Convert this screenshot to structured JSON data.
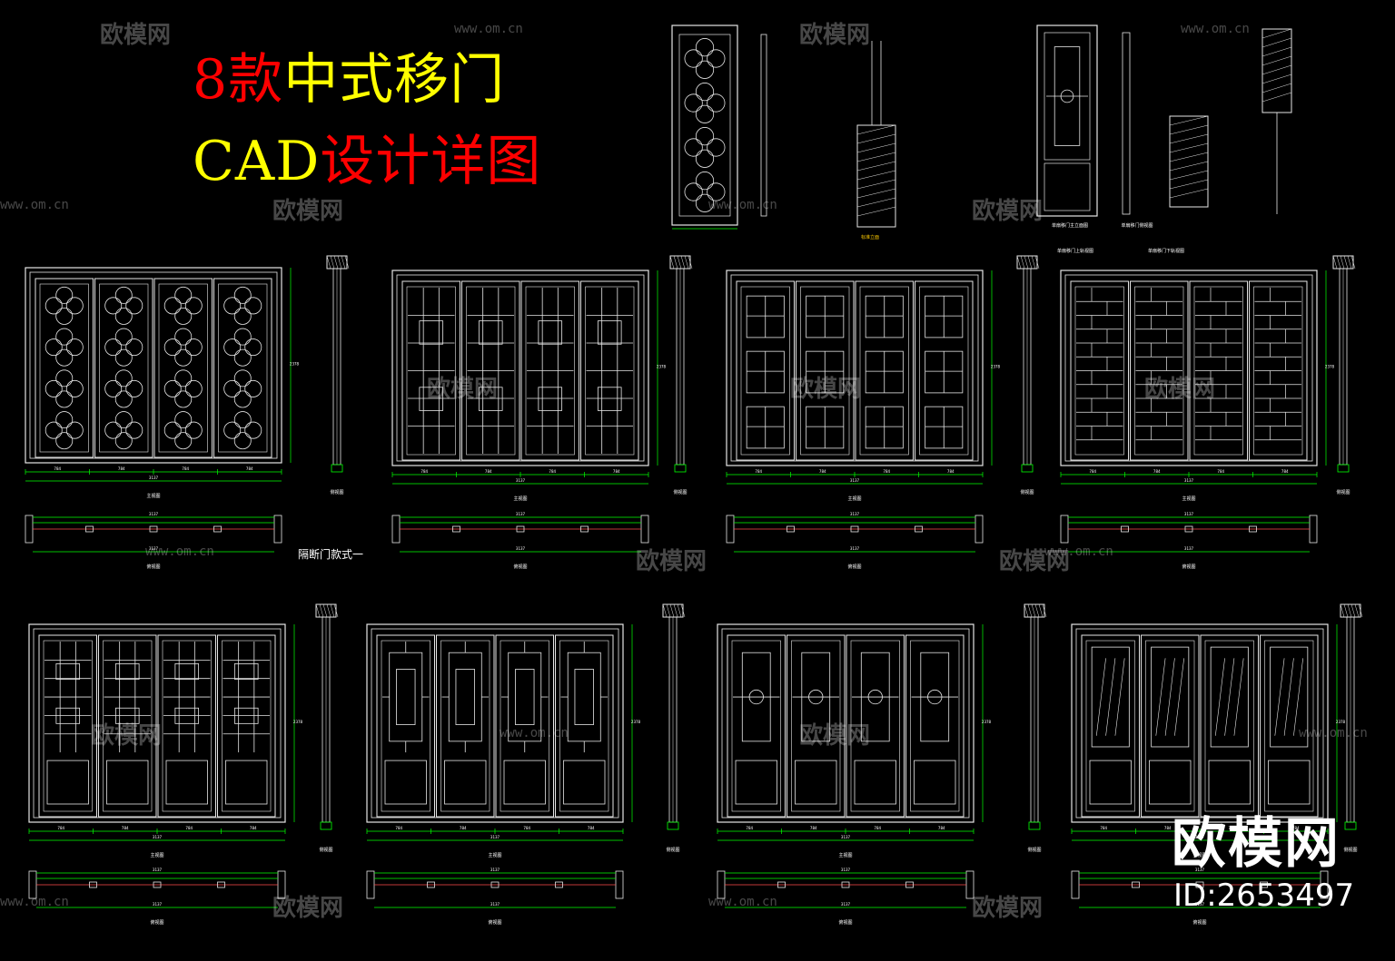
{
  "title": {
    "num": "8",
    "w1": "款",
    "w2": "中式移门",
    "cad": "CAD",
    "w3": "设计详图"
  },
  "colors": {
    "red": "#ff0000",
    "yellow": "#ffff00",
    "line": "#e6e6e6",
    "dim": "#00ff00",
    "label": "#ffffff"
  },
  "note_style": "隔断门款式一",
  "detail_captions": {
    "a": "标准立面",
    "b": "单扇移门主立面图",
    "c": "单扇移门侧视图",
    "d": "单扇移门上轨视图",
    "e": "单扇移门下轨视图"
  },
  "captions": {
    "front": "主视图",
    "side": "侧视图",
    "plan": "俯视图"
  },
  "dims": {
    "panel": "784",
    "total": "3137",
    "height": "2378"
  },
  "watermark": {
    "text": "欧模网",
    "url": "www.om.cn"
  },
  "brand": {
    "name": "欧模网",
    "id": "ID:2653497"
  }
}
